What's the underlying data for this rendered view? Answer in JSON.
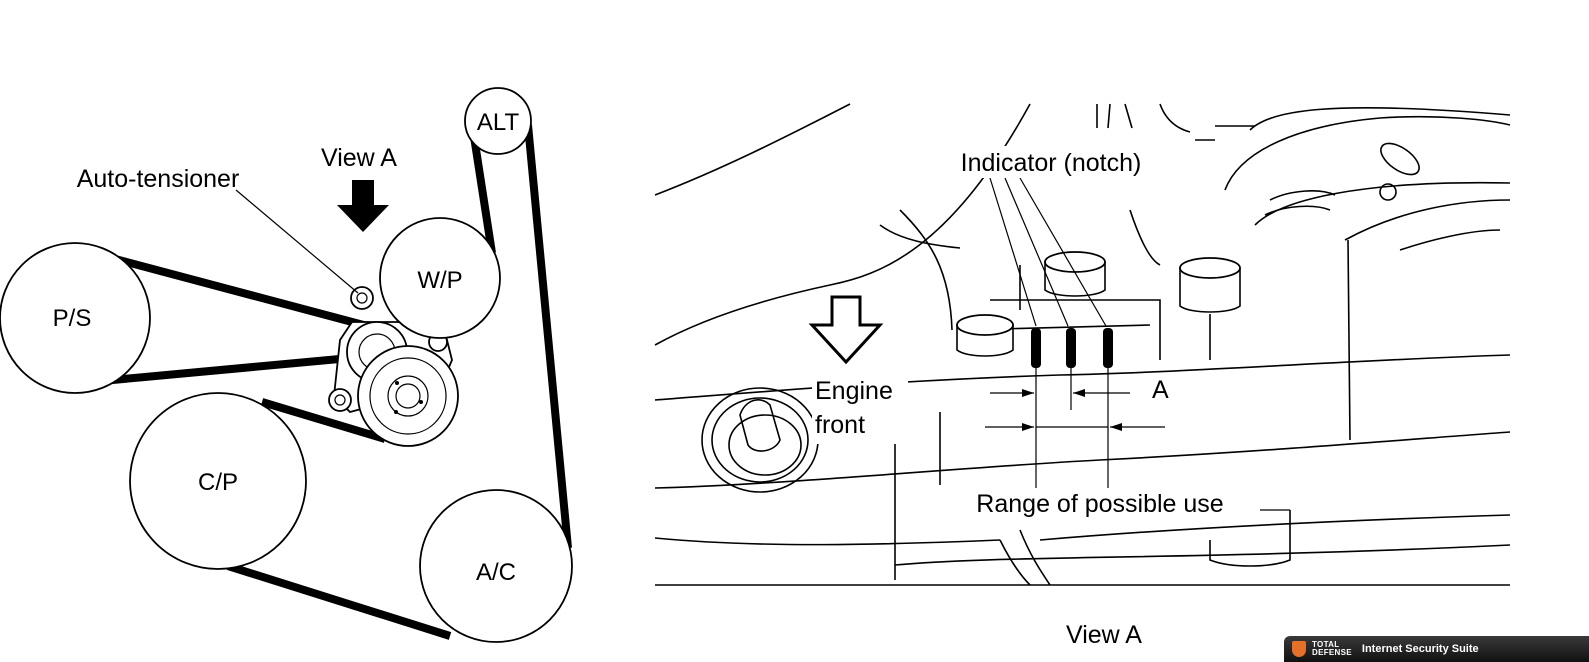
{
  "left_diagram": {
    "labels": {
      "view_a": "View A",
      "auto_tensioner": "Auto-tensioner",
      "alt": "ALT",
      "wp": "W/P",
      "ps": "P/S",
      "cp": "C/P",
      "ac": "A/C"
    }
  },
  "right_diagram": {
    "labels": {
      "indicator": "Indicator (notch)",
      "engine": "Engine",
      "front": "front",
      "a": "A",
      "range": "Range of possible use",
      "view_a_caption": "View A"
    }
  },
  "overlay": {
    "brand_line1": "TOTAL",
    "brand_line2": "DEFENSE",
    "suite": "Internet Security Suite"
  }
}
